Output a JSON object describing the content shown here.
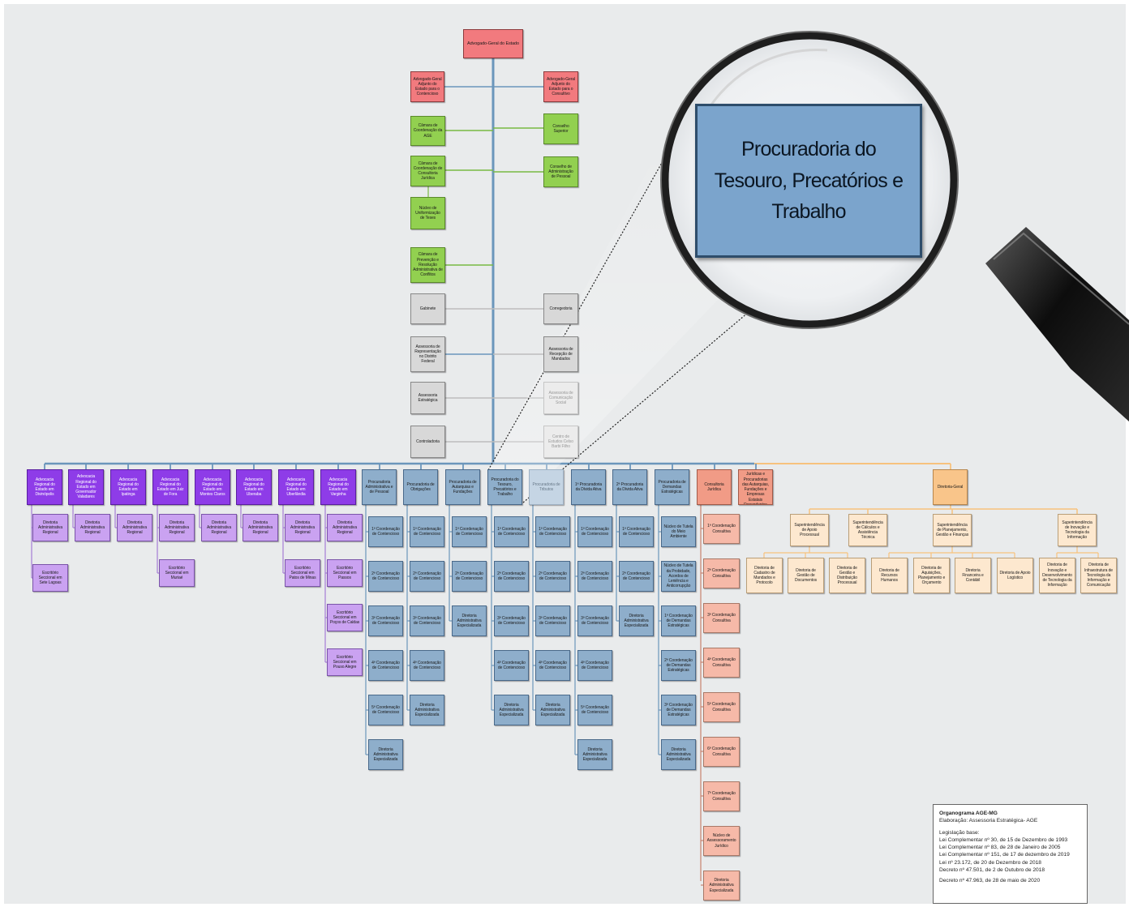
{
  "colors": {
    "red": "#f27a7e",
    "green": "#92d050",
    "gray": "#d8d8d8",
    "purple": "#8e3ce8",
    "lavender": "#caa2f1",
    "blue": "#8eaecb",
    "salmon": "#f19b86",
    "orange": "#f9c58a",
    "cream": "#fde8cf",
    "trunk_line": "#6b96bb",
    "green_line": "#79b943",
    "gray_line": "#bdbdbd",
    "orange_line": "#f7c27d"
  },
  "nodes": [
    {
      "id": "ag",
      "label": "Advogado-Geral do Estado",
      "color": "red"
    },
    {
      "id": "adj-cont",
      "label": "Advogado-Geral Adjunto do Estado para o Contencioso",
      "color": "red"
    },
    {
      "id": "adj-cons",
      "label": "Advogado-Geral Adjunto do Estado para o Consultivo",
      "color": "red"
    },
    {
      "id": "cam-coord",
      "label": "Câmara de Coordenação da AGE",
      "color": "green"
    },
    {
      "id": "cons-sup",
      "label": "Conselho Superior",
      "color": "green"
    },
    {
      "id": "cam-cons",
      "label": "Câmara de Coordenação de Consultoria Jurídica",
      "color": "green"
    },
    {
      "id": "cons-adm",
      "label": "Conselho de Administração de Pessoal",
      "color": "green"
    },
    {
      "id": "nucleo-unif",
      "label": "Núcleo de Uniformização de Teses",
      "color": "green"
    },
    {
      "id": "cam-prev",
      "label": "Câmara de Prevenção e Resolução Administrativa de Conflitos",
      "color": "green"
    },
    {
      "id": "gabinete",
      "label": "Gabinete",
      "color": "gray"
    },
    {
      "id": "corregedoria",
      "label": "Corregedoria",
      "color": "gray"
    },
    {
      "id": "assess-rep",
      "label": "Assessoria de Representação no Distrito Federal",
      "color": "gray"
    },
    {
      "id": "assess-rec",
      "label": "Assessoria de Recepção de Mandados",
      "color": "gray"
    },
    {
      "id": "assess-est",
      "label": "Assessoria Estratégica",
      "color": "gray"
    },
    {
      "id": "assess-com",
      "label": "Assessoria de Comunicação Social",
      "color": "faded"
    },
    {
      "id": "controladoria",
      "label": "Controladoria",
      "color": "gray"
    },
    {
      "id": "centro",
      "label": "Centro de Estudos Celso Barbi Filho",
      "color": "faded"
    },
    {
      "id": "ar-div",
      "label": "Advocacia Regional do Estado em Divinópolis",
      "color": "purple"
    },
    {
      "id": "ar-gv",
      "label": "Advocacia Regional do Estado em Governador Valadares",
      "color": "purple"
    },
    {
      "id": "ar-ipa",
      "label": "Advocacia Regional do Estado em Ipatinga",
      "color": "purple"
    },
    {
      "id": "ar-jf",
      "label": "Advocacia Regional do Estado em Juiz de Fora",
      "color": "purple"
    },
    {
      "id": "ar-mc",
      "label": "Advocacia Regional do Estado em Montes Claros",
      "color": "purple"
    },
    {
      "id": "ar-ube",
      "label": "Advocacia Regional do Estado em Uberaba",
      "color": "purple"
    },
    {
      "id": "ar-udi",
      "label": "Advocacia Regional do Estado em Uberlândia",
      "color": "purple"
    },
    {
      "id": "ar-var",
      "label": "Advocacia Regional do Estado em Varginha",
      "color": "purple"
    },
    {
      "id": "da-div",
      "label": "Diretoria Administrativa Regional",
      "color": "lav"
    },
    {
      "id": "es-sl",
      "label": "Escritório Seccional em Sete Lagoas",
      "color": "lav"
    },
    {
      "id": "da-gv",
      "label": "Diretoria Administrativa Regional",
      "color": "lav"
    },
    {
      "id": "da-ipa",
      "label": "Diretoria Administrativa Regional",
      "color": "lav"
    },
    {
      "id": "da-jf",
      "label": "Diretoria Administrativa Regional",
      "color": "lav"
    },
    {
      "id": "es-mur",
      "label": "Escritório Seccional em Muriaé",
      "color": "lav"
    },
    {
      "id": "da-mc",
      "label": "Diretoria Administrativa Regional",
      "color": "lav"
    },
    {
      "id": "da-ube",
      "label": "Diretoria Administrativa Regional",
      "color": "lav"
    },
    {
      "id": "da-udi",
      "label": "Diretoria Administrativa Regional",
      "color": "lav"
    },
    {
      "id": "es-pm",
      "label": "Escritório Seccional em Patos de Minas",
      "color": "lav"
    },
    {
      "id": "da-var",
      "label": "Diretoria Administrativa Regional",
      "color": "lav"
    },
    {
      "id": "es-pas",
      "label": "Escritório Seccional em Passos",
      "color": "lav"
    },
    {
      "id": "es-pc",
      "label": "Escritório Seccional em Poços de Caldas",
      "color": "lav"
    },
    {
      "id": "es-pa",
      "label": "Escritório Seccional em Pouso Alegre",
      "color": "lav"
    },
    {
      "id": "p-adm",
      "label": "Procuradoria Administrativa e de Pessoal",
      "color": "blue"
    },
    {
      "id": "p-adm-1",
      "label": "1ª Coordenação de Contencioso",
      "color": "blue"
    },
    {
      "id": "p-adm-2",
      "label": "2ª Coordenação de Contencioso",
      "color": "blue"
    },
    {
      "id": "p-adm-3",
      "label": "3ª Coordenação de Contencioso",
      "color": "blue"
    },
    {
      "id": "p-adm-4",
      "label": "4ª Coordenação de Contencioso",
      "color": "blue"
    },
    {
      "id": "p-adm-5",
      "label": "5ª Coordenação de Contencioso",
      "color": "blue"
    },
    {
      "id": "p-adm-d",
      "label": "Diretoria Administrativa Especializada",
      "color": "blue"
    },
    {
      "id": "p-obr",
      "label": "Procuradoria de Obrigações",
      "color": "blue"
    },
    {
      "id": "p-obr-1",
      "label": "1ª Coordenação de Contencioso",
      "color": "blue"
    },
    {
      "id": "p-obr-2",
      "label": "2ª Coordenação de Contencioso",
      "color": "blue"
    },
    {
      "id": "p-obr-3",
      "label": "3ª Coordenação de Contencioso",
      "color": "blue"
    },
    {
      "id": "p-obr-4",
      "label": "4ª Coordenação de Contencioso",
      "color": "blue"
    },
    {
      "id": "p-obr-d",
      "label": "Diretoria Administrativa Especializada",
      "color": "blue"
    },
    {
      "id": "p-aut",
      "label": "Procuradoria de Autarquias e Fundações",
      "color": "blue"
    },
    {
      "id": "p-aut-1",
      "label": "1ª Coordenação de Contencioso",
      "color": "blue"
    },
    {
      "id": "p-aut-2",
      "label": "2ª Coordenação de Contencioso",
      "color": "blue"
    },
    {
      "id": "p-aut-d",
      "label": "Diretoria Administrativa Especializada",
      "color": "blue"
    },
    {
      "id": "p-tes",
      "label": "Procuradoria do Tesouro, Precatórios e Trabalho",
      "color": "blue"
    },
    {
      "id": "p-tes-1",
      "label": "1ª Coordenação de Contencioso",
      "color": "blue"
    },
    {
      "id": "p-tes-2",
      "label": "2ª Coordenação de Contencioso",
      "color": "blue"
    },
    {
      "id": "p-tes-3",
      "label": "3ª Coordenação de Contencioso",
      "color": "blue"
    },
    {
      "id": "p-tes-4",
      "label": "4ª Coordenação de Contencioso",
      "color": "blue"
    },
    {
      "id": "p-tes-d",
      "label": "Diretoria Administrativa Especializada",
      "color": "blue"
    },
    {
      "id": "p-trib",
      "label": "Procuradoria de Tributos",
      "color": "bluefade"
    },
    {
      "id": "p-trib-1",
      "label": "1ª Coordenação de Contencioso",
      "color": "blue"
    },
    {
      "id": "p-trib-2",
      "label": "2ª Coordenação de Contencioso",
      "color": "blue"
    },
    {
      "id": "p-trib-3",
      "label": "3ª Coordenação de Contencioso",
      "color": "blue"
    },
    {
      "id": "p-trib-4",
      "label": "4ª Coordenação de Contencioso",
      "color": "blue"
    },
    {
      "id": "p-trib-d",
      "label": "Diretoria Administrativa Especializada",
      "color": "blue"
    },
    {
      "id": "p-1da",
      "label": "1ª Procuradoria da Dívida Ativa",
      "color": "blue"
    },
    {
      "id": "p-1da-1",
      "label": "1ª Coordenação de Contencioso",
      "color": "blue"
    },
    {
      "id": "p-1da-2",
      "label": "2ª Coordenação de Contencioso",
      "color": "blue"
    },
    {
      "id": "p-1da-3",
      "label": "3ª Coordenação de Contencioso",
      "color": "blue"
    },
    {
      "id": "p-1da-4",
      "label": "4ª Coordenação de Contencioso",
      "color": "blue"
    },
    {
      "id": "p-1da-5",
      "label": "5ª Coordenação de Contencioso",
      "color": "blue"
    },
    {
      "id": "p-1da-d",
      "label": "Diretoria Administrativa Especializada",
      "color": "blue"
    },
    {
      "id": "p-2da",
      "label": "2ª Procuradoria da Dívida Ativa",
      "color": "blue"
    },
    {
      "id": "p-2da-1",
      "label": "1ª Coordenação de Contencioso",
      "color": "blue"
    },
    {
      "id": "p-2da-2",
      "label": "2ª Coordenação de Contencioso",
      "color": "blue"
    },
    {
      "id": "p-2da-d",
      "label": "Diretoria Administrativa Especializada",
      "color": "blue"
    },
    {
      "id": "p-dem",
      "label": "Procuradoria de Demandas Estratégicas",
      "color": "blue"
    },
    {
      "id": "p-dem-nt",
      "label": "Núcleo de Tutela do Meio Ambiente",
      "color": "blue"
    },
    {
      "id": "p-dem-np",
      "label": "Núcleo de Tutela da Probidade, Acordos de Leniência e Anticorrupção",
      "color": "blue"
    },
    {
      "id": "p-dem-1",
      "label": "1ª Coordenação de Demandas Estratégicas",
      "color": "blue"
    },
    {
      "id": "p-dem-2",
      "label": "2ª Coordenação de Demandas Estratégicas",
      "color": "blue"
    },
    {
      "id": "p-dem-3",
      "label": "3ª Coordenação de Demandas Estratégicas",
      "color": "blue"
    },
    {
      "id": "p-dem-d",
      "label": "Diretoria Administrativa Especializada",
      "color": "blue"
    },
    {
      "id": "cj",
      "label": "Consultoria Jurídica",
      "color": "salmon"
    },
    {
      "id": "cj-1",
      "label": "1ª Coordenação Consultiva",
      "color": "salmon2"
    },
    {
      "id": "cj-2",
      "label": "2ª Coordenação Consultiva",
      "color": "salmon2"
    },
    {
      "id": "cj-3",
      "label": "3ª Coordenação Consultiva",
      "color": "salmon2"
    },
    {
      "id": "cj-4",
      "label": "4ª Coordenação Consultiva",
      "color": "salmon2"
    },
    {
      "id": "cj-5",
      "label": "5ª Coordenação Consultiva",
      "color": "salmon2"
    },
    {
      "id": "cj-6",
      "label": "6ª Coordenação Consultiva",
      "color": "salmon2"
    },
    {
      "id": "cj-7",
      "label": "7ª Coordenação Consultiva",
      "color": "salmon2"
    },
    {
      "id": "cj-n",
      "label": "Núcleo de Assessoramento Jurídico",
      "color": "salmon2"
    },
    {
      "id": "cj-d",
      "label": "Diretoria Administrativa Especializada",
      "color": "salmon2"
    },
    {
      "id": "assjur",
      "label": "Assessorias Jurídicas e Procuradorias das Autarquias, Fundações e Empresas Estatais Dependentes",
      "color": "salmon"
    },
    {
      "id": "dg",
      "label": "Diretoria-Geral",
      "color": "orange"
    },
    {
      "id": "sap",
      "label": "Superintendência de Apoio Processual",
      "color": "cream"
    },
    {
      "id": "scat",
      "label": "Superintendência de Cálculos e Assistência Técnica",
      "color": "cream"
    },
    {
      "id": "spgf",
      "label": "Superintendência de Planejamento, Gestão e Finanças",
      "color": "cream"
    },
    {
      "id": "sitc",
      "label": "Superintendência de Inovação e Tecnologia da Informação",
      "color": "cream"
    },
    {
      "id": "dcmp",
      "label": "Diretoria de Cadastro de Mandados e Protocolo",
      "color": "cream"
    },
    {
      "id": "dgd",
      "label": "Diretoria de Gestão de Documentos",
      "color": "cream"
    },
    {
      "id": "dgdp",
      "label": "Diretoria de Gestão e Distribuição Processual",
      "color": "cream"
    },
    {
      "id": "drh",
      "label": "Diretoria de Recursos Humanos",
      "color": "cream"
    },
    {
      "id": "dapo",
      "label": "Diretoria de Aquisições, Planejamento e Orçamento",
      "color": "cream"
    },
    {
      "id": "dfc",
      "label": "Diretoria Financeira e Contábil",
      "color": "cream"
    },
    {
      "id": "dal",
      "label": "Diretoria de Apoio Logístico",
      "color": "cream"
    },
    {
      "id": "didt",
      "label": "Diretoria de Inovação e Desenvolvimento de Tecnologia da Informação",
      "color": "cream"
    },
    {
      "id": "ditc",
      "label": "Diretoria de Infraestrutura de Tecnologia da Informação e Comunicação",
      "color": "cream"
    }
  ],
  "magnifier": {
    "title": "Procuradoria do Tesouro, Precatórios e Trabalho"
  },
  "legend": {
    "title": "Organograma AGE-MG",
    "author": "Elaboração: Assessoria Estratégica- AGE",
    "base_label": "Legislação base:",
    "laws": [
      "Lei Complementar nº 30, de 15 de Dezembro de 1993",
      "Lei Complementar nº 83, de 28 de Janeiro de 2005",
      "Lei Complementar nº 151, de 17 de dezembro de 2019",
      "Lei nº 23.172, de 20 de Dezembro de 2018",
      "Decreto nº 47.501, de 2 de Outubro de 2018"
    ],
    "decree": "Decreto nº 47.963, de 28 de maio de 2020"
  }
}
